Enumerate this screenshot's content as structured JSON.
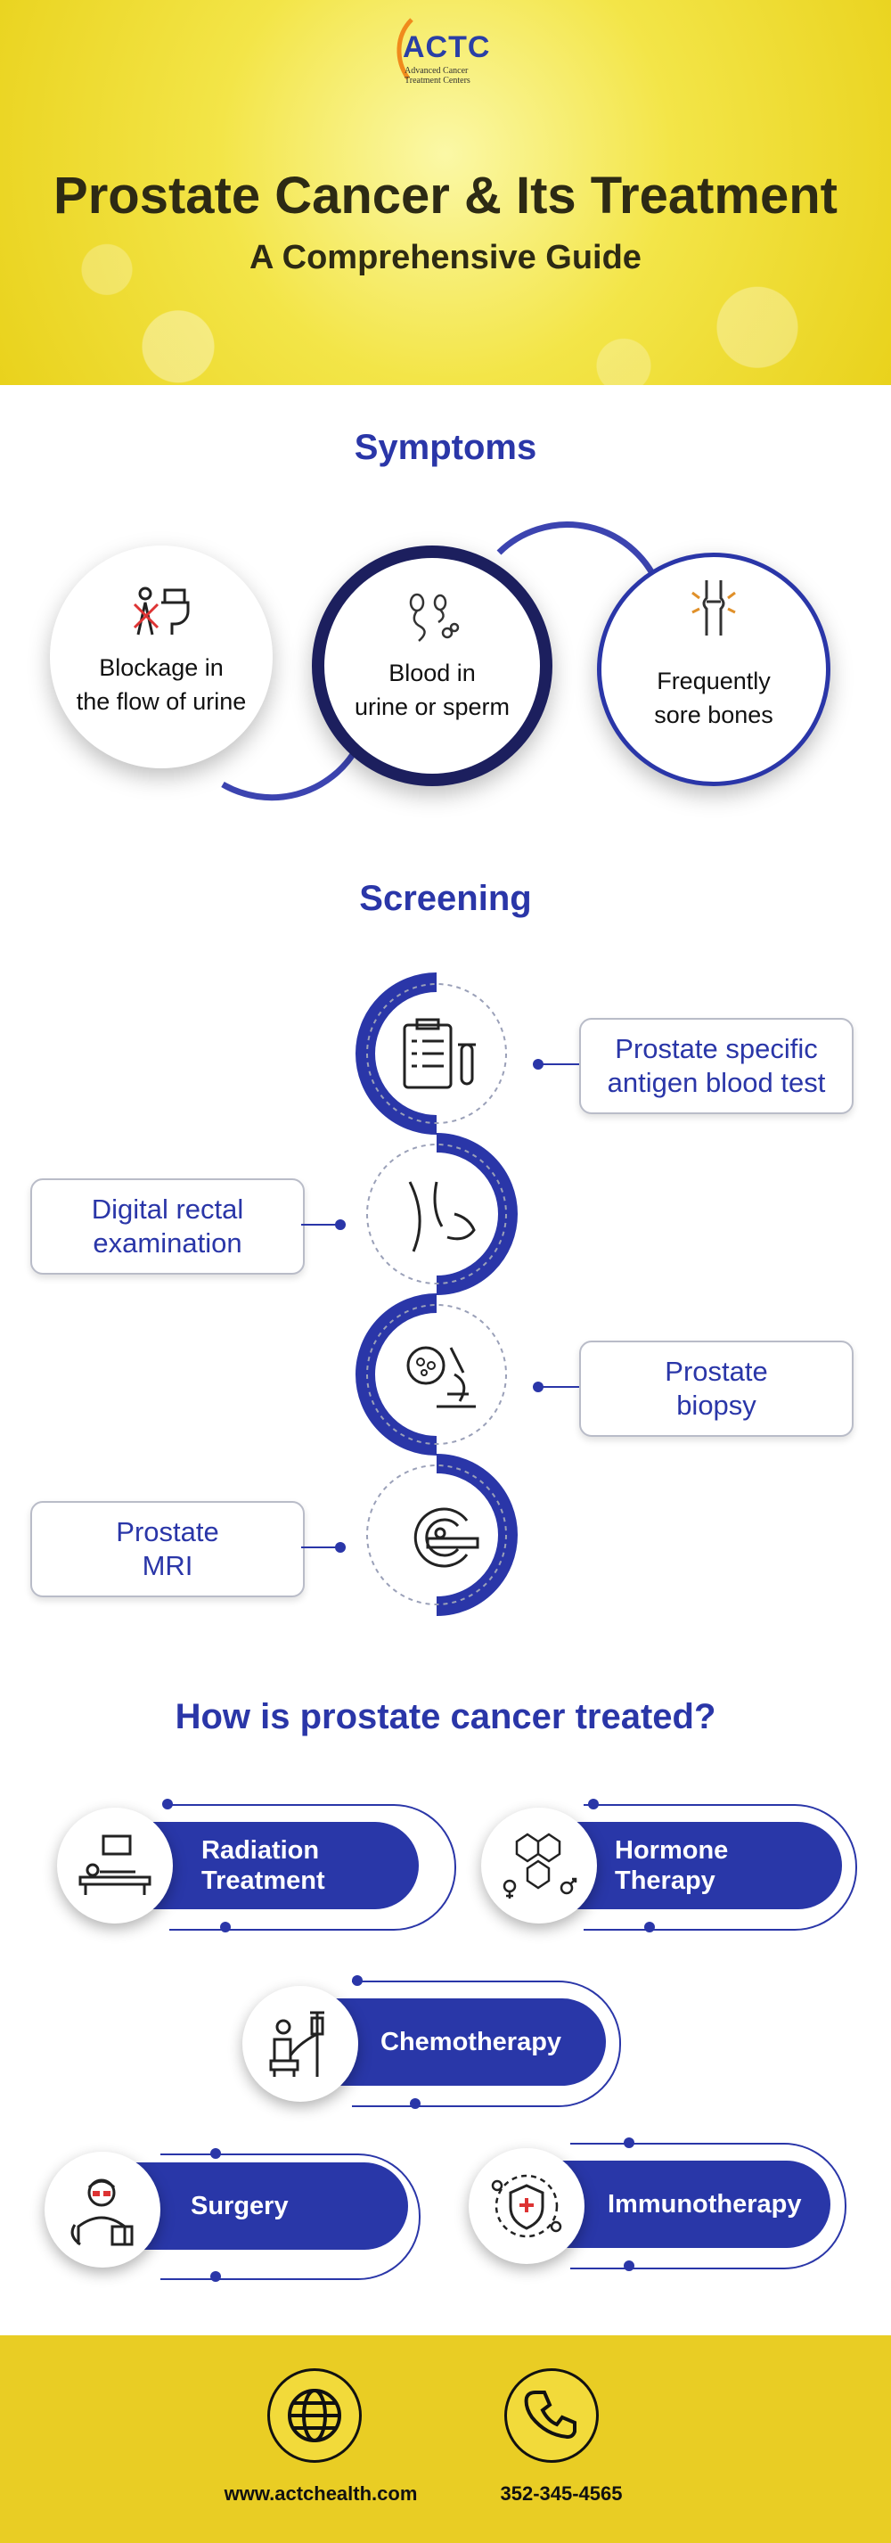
{
  "logo": {
    "brand": "ACTC",
    "line1": "Advanced Cancer",
    "line2": "Treatment Centers"
  },
  "header": {
    "title": "Prostate Cancer & Its Treatment",
    "subtitle": "A Comprehensive Guide"
  },
  "symptoms": {
    "heading": "Symptoms",
    "items": [
      {
        "line1": "Blockage in",
        "line2": "the flow of urine",
        "icon": "toilet-blocked-icon"
      },
      {
        "line1": "Blood in",
        "line2": "urine or sperm",
        "icon": "sperm-cells-icon"
      },
      {
        "line1": "Frequently",
        "line2": "sore bones",
        "icon": "sore-joint-icon"
      }
    ]
  },
  "screening": {
    "heading": "Screening",
    "items": [
      {
        "line1": "Prostate specific",
        "line2": "antigen blood test",
        "icon": "clipboard-test-tube-icon"
      },
      {
        "line1": "Digital rectal",
        "line2": "examination",
        "icon": "rectal-exam-icon"
      },
      {
        "line1": "Prostate",
        "line2": "biopsy",
        "icon": "microscope-icon"
      },
      {
        "line1": "Prostate",
        "line2": "MRI",
        "icon": "mri-scanner-icon"
      }
    ]
  },
  "treatment": {
    "heading": "How is prostate cancer treated?",
    "items": [
      {
        "line1": "Radiation",
        "line2": "Treatment",
        "icon": "radiation-bed-icon"
      },
      {
        "line1": "Hormone",
        "line2": "Therapy",
        "icon": "hormone-molecule-icon"
      },
      {
        "line1": "Chemotherapy",
        "icon": "iv-drip-icon"
      },
      {
        "line1": "Surgery",
        "icon": "surgeon-icon"
      },
      {
        "line1": "Immunotherapy",
        "icon": "immune-shield-icon"
      }
    ]
  },
  "footer": {
    "website": "www.actchealth.com",
    "phone": "352-345-4565"
  },
  "colors": {
    "accent": "#2a36a8",
    "header_yellow": "#f0de3c",
    "footer_yellow": "#e9cd24"
  }
}
